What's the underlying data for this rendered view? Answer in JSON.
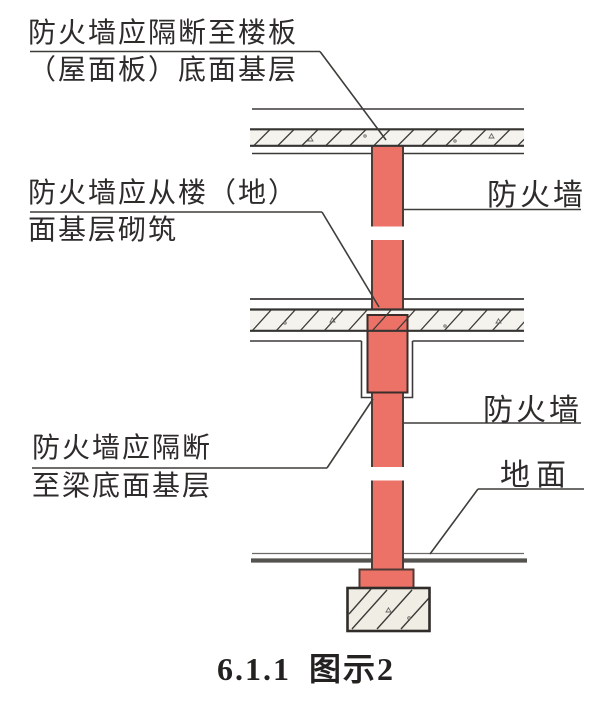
{
  "caption": {
    "text": "6.1.1 图示2"
  },
  "labels": {
    "top_left": {
      "line1": "防火墙应隔断至楼板",
      "line2": "（屋面板）底面基层"
    },
    "mid_left": {
      "line1": "防火墙应从楼（地）",
      "line2": "面基层砌筑"
    },
    "bottom_left": {
      "line1": "防火墙应隔断",
      "line2": "至梁底面基层"
    },
    "right_top": {
      "text": "防火墙"
    },
    "right_mid": {
      "text": "防火墙"
    },
    "right_ground": {
      "text": "地面"
    }
  },
  "colors": {
    "wall_fill": "#ec7267",
    "wall_border": "#4f3a34",
    "beam_border": "#3b2e2a",
    "line": "#3c3a38",
    "band_fill": "#f5f3ee",
    "ground_thick": "#55534f",
    "foundation_fill": "#f0ede5",
    "background": "#ffffff"
  }
}
